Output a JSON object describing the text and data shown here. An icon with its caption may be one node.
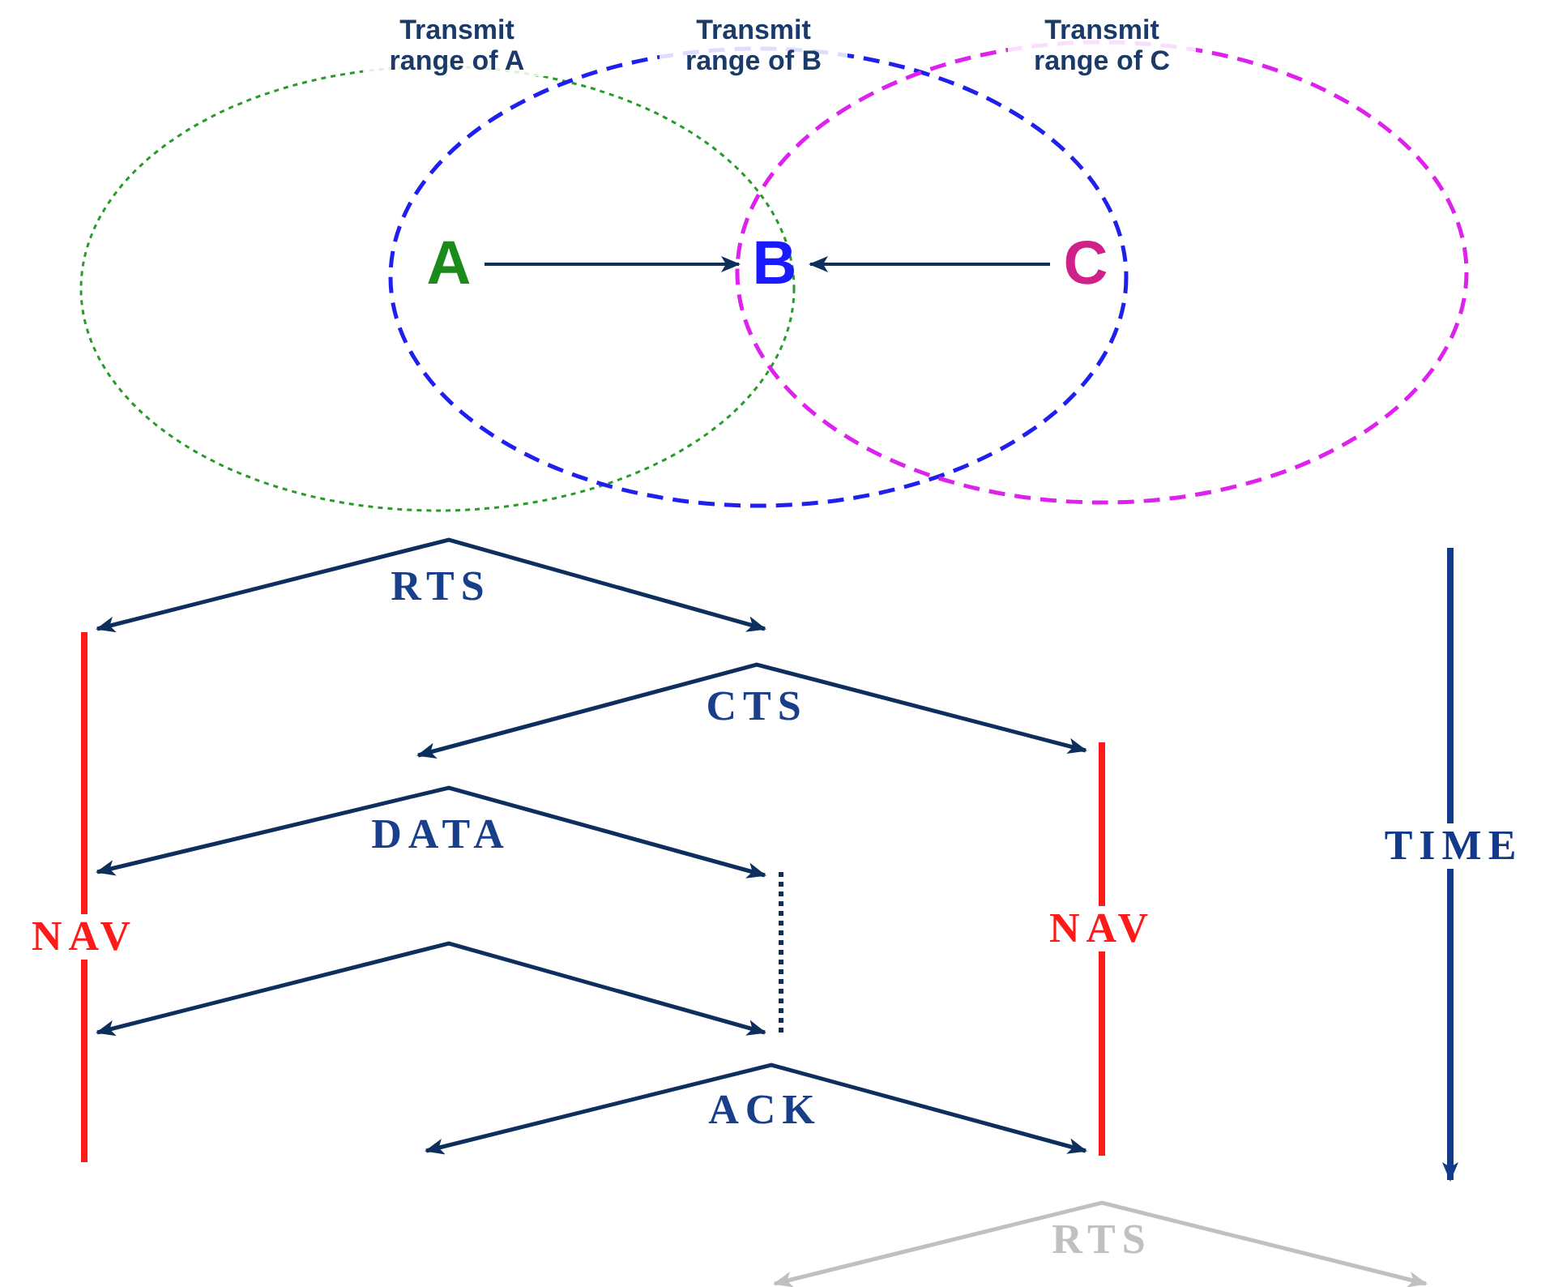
{
  "diagram": {
    "nodes": [
      {
        "text": [
          "A"
        ]
      },
      {
        "text": [
          "B"
        ]
      },
      {
        "text": [
          "C"
        ]
      }
    ],
    "edges": [
      {
        "from": 0,
        "to": 1,
        "arrow": "to"
      },
      {
        "from": 2,
        "to": 1,
        "arrow": "to"
      }
    ],
    "labels": [
      "Transmit range of A",
      "Transmit range of B",
      "Transmit range of C",
      "RTS",
      "CTS",
      "DATA",
      "NAV",
      "NAV",
      "TIME",
      "ACK",
      "RTS"
    ]
  }
}
